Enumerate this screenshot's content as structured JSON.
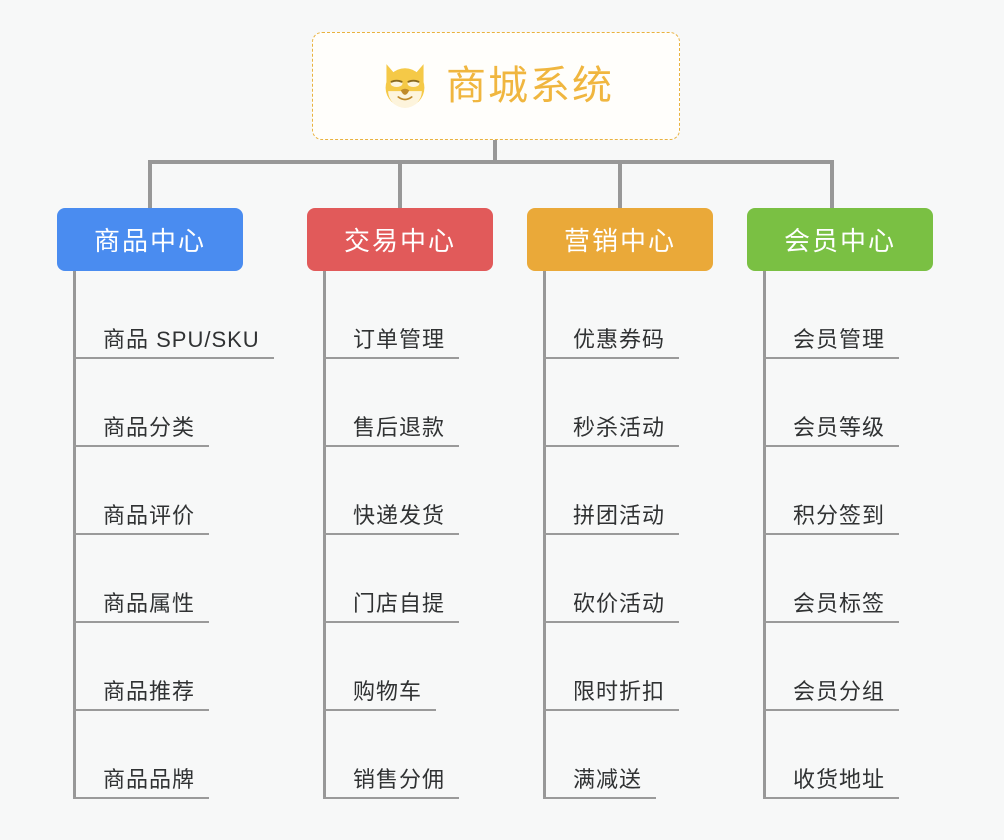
{
  "diagram": {
    "title": "商城系统",
    "root": {
      "label": "商城系统",
      "icon": "dog-face-emoji",
      "border_color": "#e9b23f",
      "text_color": "#f0b63f",
      "background": "#fffefb"
    },
    "background_color": "#f7f8f8",
    "connector_color": "#989898",
    "leaf_text_color": "#303233",
    "branches": [
      {
        "label": "商品中心",
        "color": "#4a8cf0",
        "items": [
          "商品 SPU/SKU",
          "商品分类",
          "商品评价",
          "商品属性",
          "商品推荐",
          "商品品牌"
        ]
      },
      {
        "label": "交易中心",
        "color": "#e15a5a",
        "items": [
          "订单管理",
          "售后退款",
          "快递发货",
          "门店自提",
          "购物车",
          "销售分佣"
        ]
      },
      {
        "label": "营销中心",
        "color": "#eaa939",
        "items": [
          "优惠券码",
          "秒杀活动",
          "拼团活动",
          "砍价活动",
          "限时折扣",
          "满减送"
        ]
      },
      {
        "label": "会员中心",
        "color": "#7ac043",
        "items": [
          "会员管理",
          "会员等级",
          "积分签到",
          "会员标签",
          "会员分组",
          "收货地址"
        ]
      }
    ]
  }
}
